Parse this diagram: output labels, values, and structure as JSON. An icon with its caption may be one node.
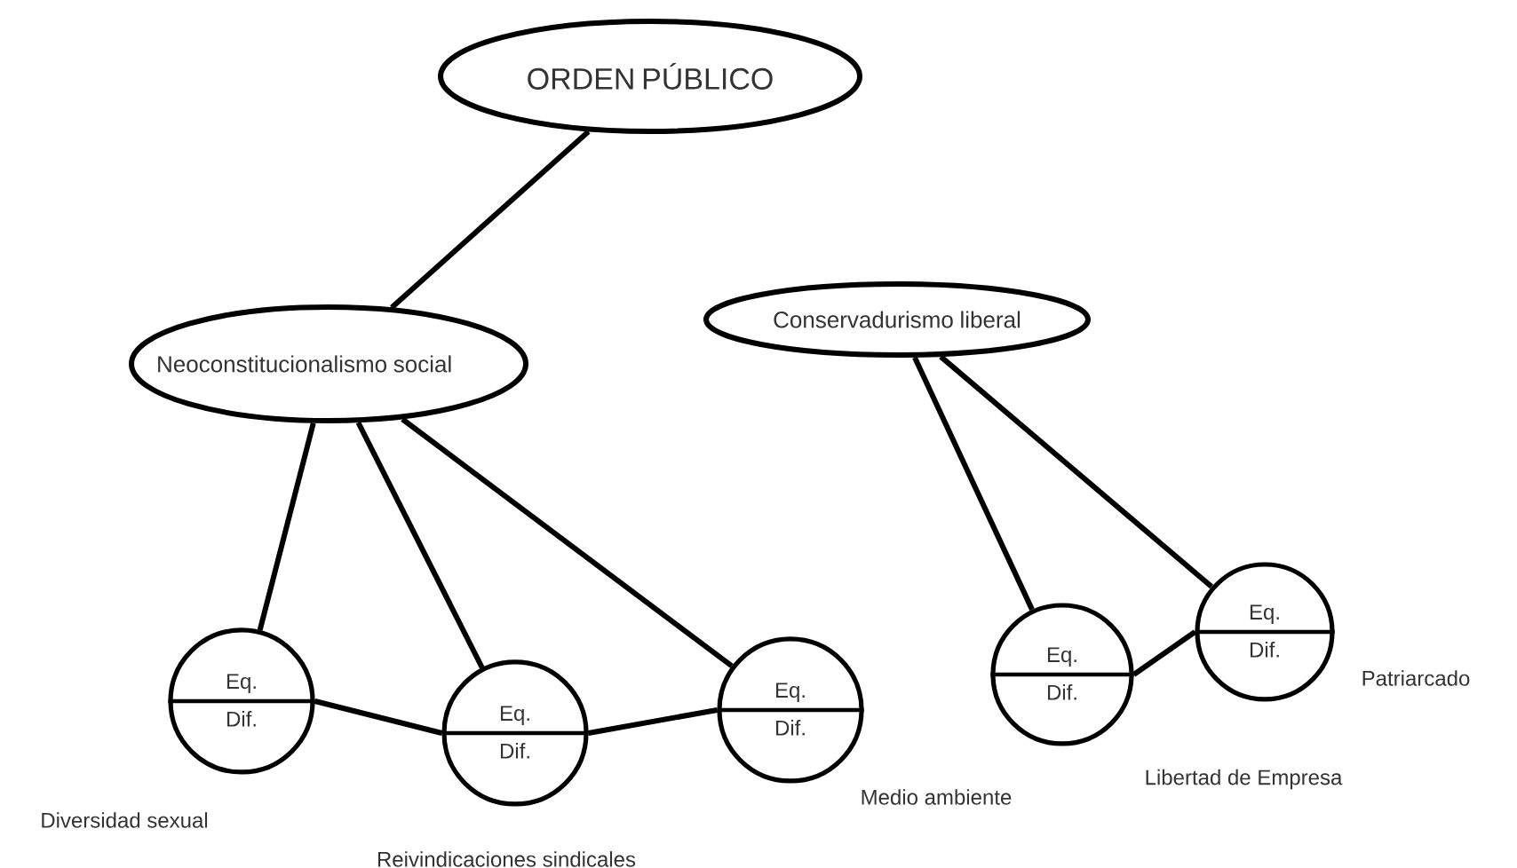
{
  "diagram": {
    "nodes": [
      {
        "text": [
          "ORDEN PÚBLICO"
        ]
      },
      {
        "text": [
          "Neoconstitucionalismo social"
        ]
      },
      {
        "text": [
          "Conservadurismo liberal"
        ]
      },
      {
        "text": [
          "Eq.",
          "Dif."
        ],
        "beside": [
          "Diversidad sexual"
        ]
      },
      {
        "text": [
          "Eq.",
          "Dif."
        ],
        "beside": [
          "Reivindicaciones sindicales"
        ]
      },
      {
        "text": [
          "Eq.",
          "Dif."
        ],
        "beside": [
          "Medio ambiente"
        ]
      },
      {
        "text": [
          "Eq.",
          "Dif."
        ],
        "beside": [
          "Libertad de Empresa"
        ]
      },
      {
        "text": [
          "Eq.",
          "Dif."
        ],
        "beside": [
          "Patriarcado"
        ]
      }
    ],
    "edges": [
      {
        "from": 0,
        "to": 1,
        "arrow": "none"
      },
      {
        "from": 1,
        "to": 3,
        "arrow": "none"
      },
      {
        "from": 1,
        "to": 4,
        "arrow": "none"
      },
      {
        "from": 1,
        "to": 5,
        "arrow": "none"
      },
      {
        "from": 2,
        "to": 6,
        "arrow": "none"
      },
      {
        "from": 2,
        "to": 7,
        "arrow": "none"
      },
      {
        "from": 3,
        "to": 4,
        "arrow": "none"
      },
      {
        "from": 4,
        "to": 5,
        "arrow": "none"
      },
      {
        "from": 6,
        "to": 7,
        "arrow": "none"
      }
    ]
  }
}
